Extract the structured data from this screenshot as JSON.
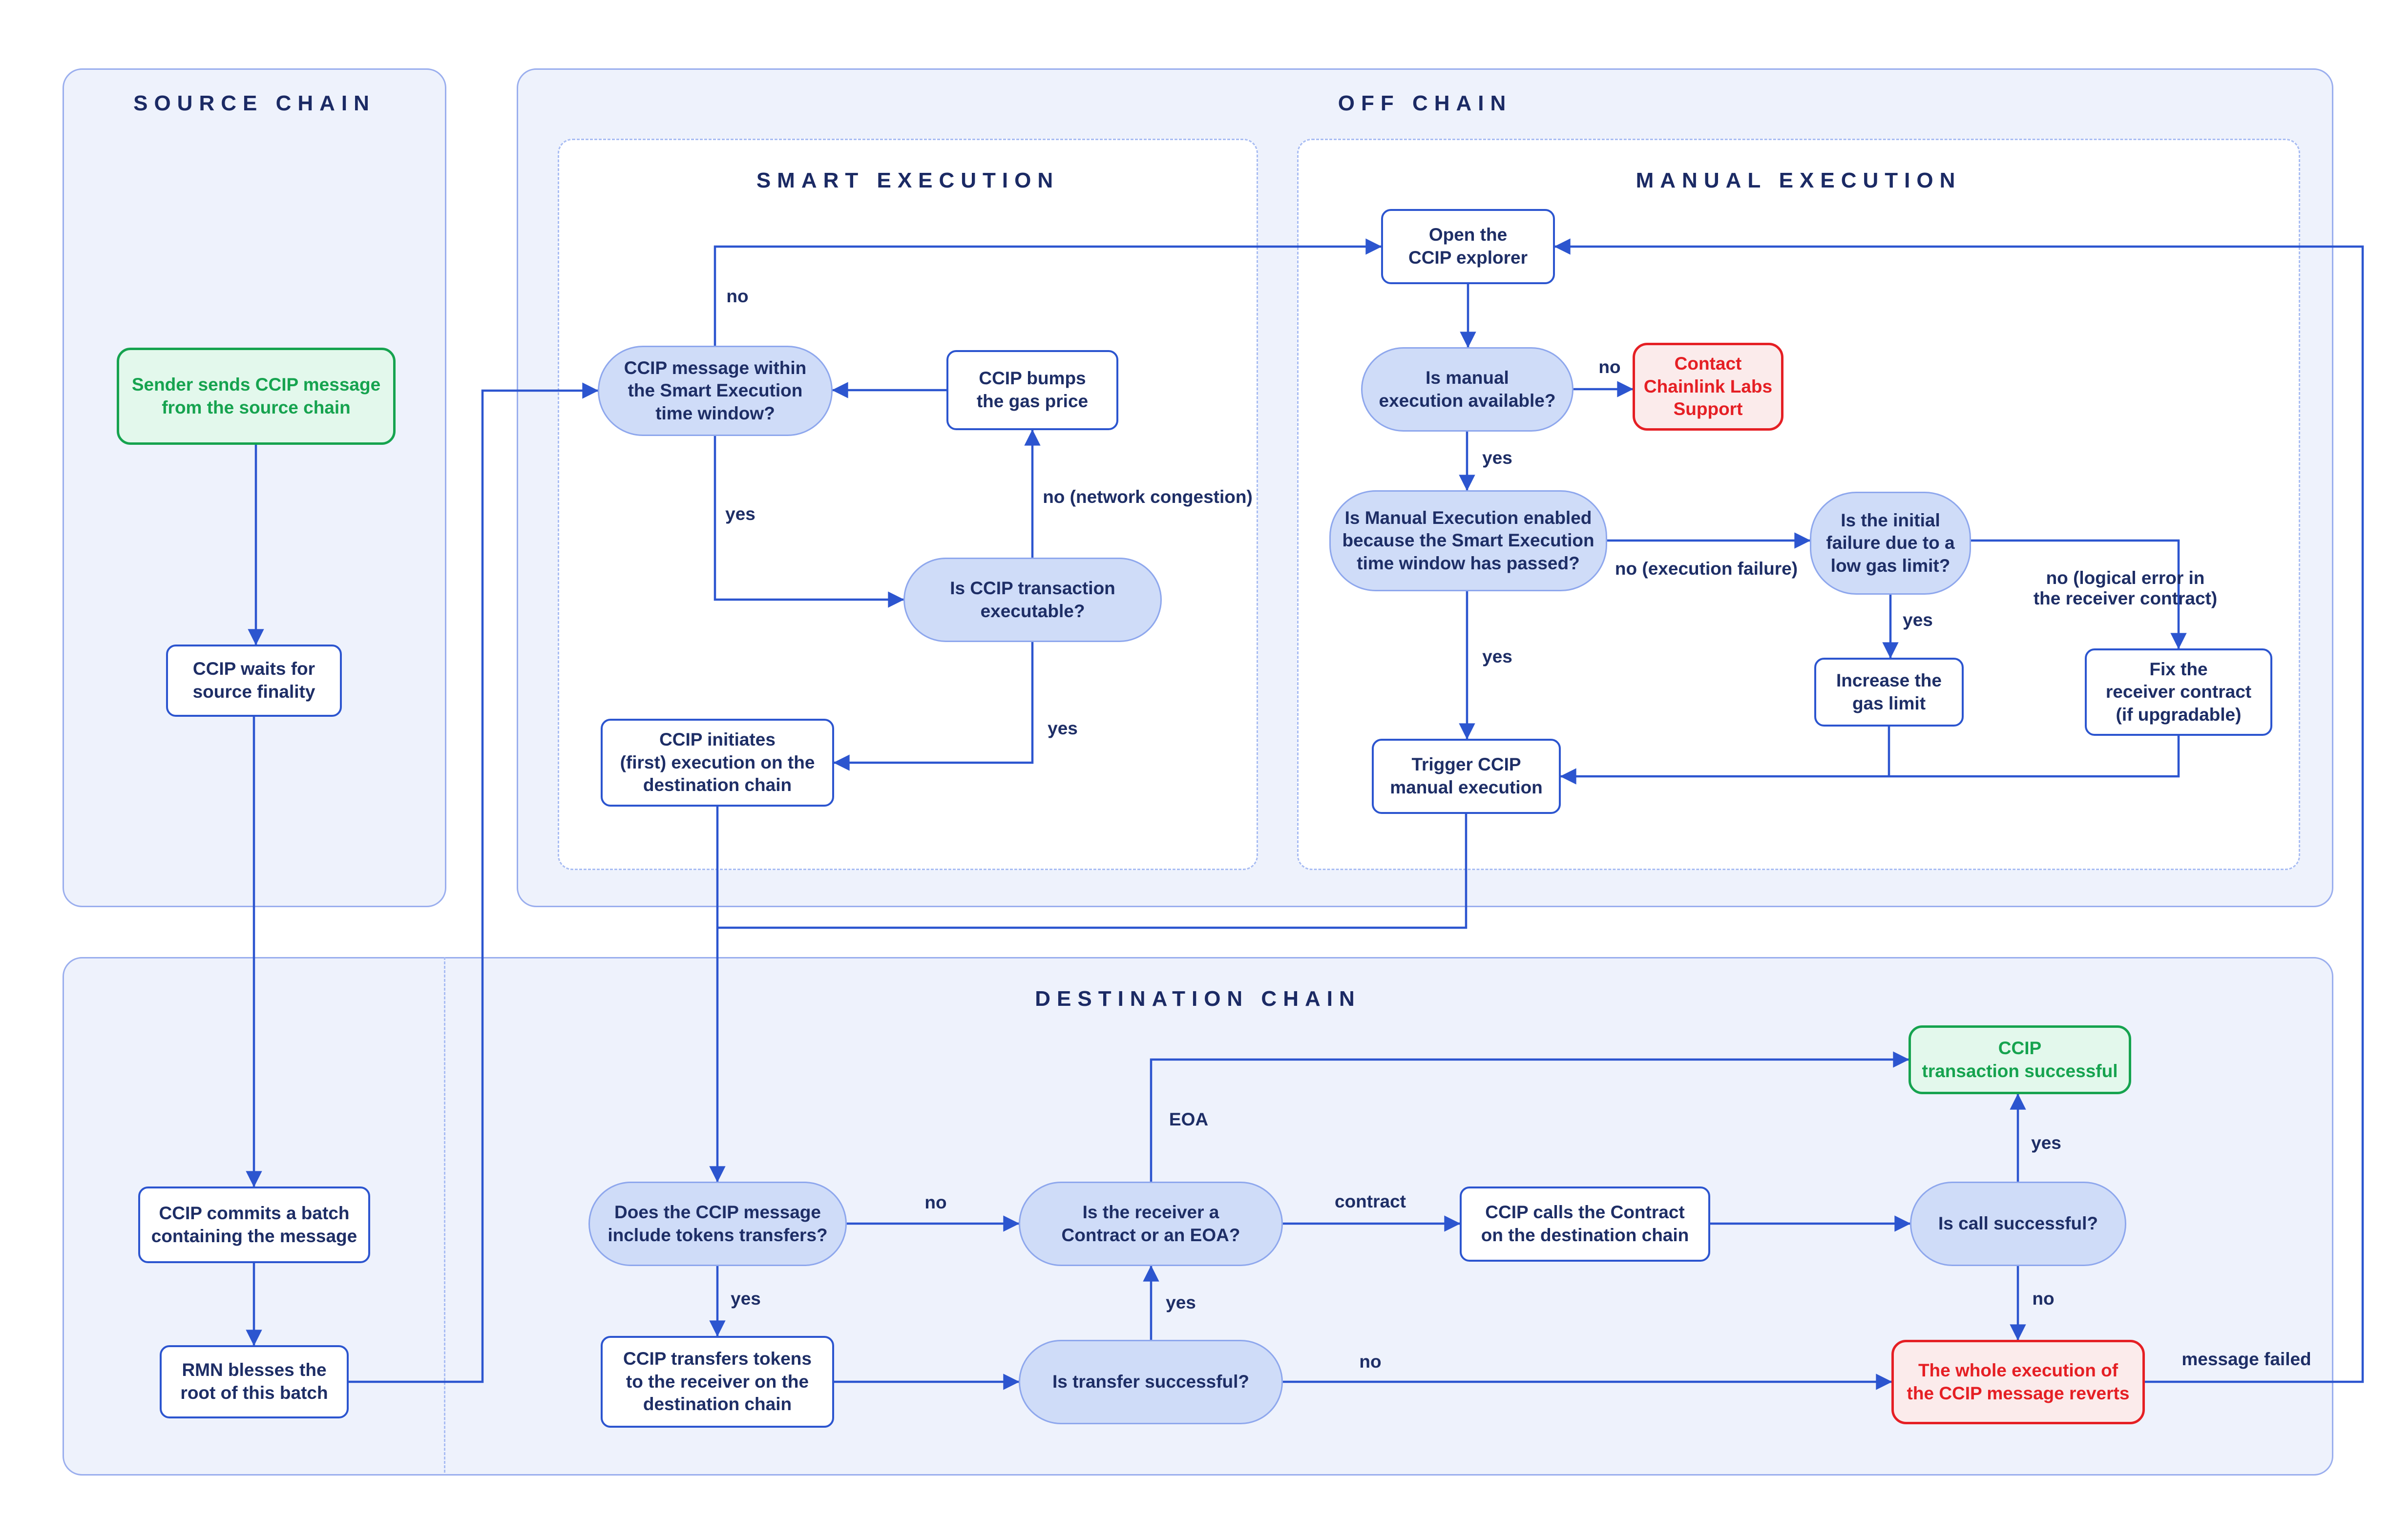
{
  "sections": {
    "source_chain": {
      "title": "SOURCE CHAIN"
    },
    "off_chain": {
      "title": "OFF CHAIN"
    },
    "smart_execution": {
      "title": "SMART EXECUTION"
    },
    "manual_execution": {
      "title": "MANUAL EXECUTION"
    },
    "destination_chain": {
      "title": "DESTINATION CHAIN"
    }
  },
  "nodes": {
    "sender_sends": {
      "text": "Sender sends CCIP message\nfrom the source chain"
    },
    "waits_finality": {
      "text": "CCIP waits for\nsource finality"
    },
    "commits_batch": {
      "text": "CCIP commits a batch\ncontaining the message"
    },
    "rmn_blesses": {
      "text": "RMN blesses the\nroot of this batch"
    },
    "msg_within_window": {
      "text": "CCIP message within\nthe Smart Execution\ntime window?"
    },
    "bumps_gas": {
      "text": "CCIP bumps\nthe gas price"
    },
    "tx_executable": {
      "text": "Is CCIP transaction\nexecutable?"
    },
    "initiates_execution": {
      "text": "CCIP initiates\n(first) execution on the\ndestination chain"
    },
    "open_explorer": {
      "text": "Open the\nCCIP explorer"
    },
    "manual_available": {
      "text": "Is manual\nexecution available?"
    },
    "contact_support": {
      "text": "Contact\nChainlink Labs\nSupport"
    },
    "manual_enabled": {
      "text": "Is Manual Execution enabled\nbecause the Smart Execution\ntime window has passed?"
    },
    "initial_failure": {
      "text": "Is the initial\nfailure due to a\nlow gas limit?"
    },
    "increase_gas": {
      "text": "Increase the\ngas limit"
    },
    "fix_receiver": {
      "text": "Fix the\nreceiver contract\n(if upgradable)"
    },
    "trigger_manual": {
      "text": "Trigger CCIP\nmanual execution"
    },
    "includes_tokens": {
      "text": "Does the CCIP message\ninclude tokens transfers?"
    },
    "receiver_type": {
      "text": "Is the receiver a\nContract or an EOA?"
    },
    "calls_contract": {
      "text": "CCIP calls the Contract\non the destination chain"
    },
    "call_successful": {
      "text": "Is call successful?"
    },
    "tx_successful": {
      "text": "CCIP\ntransaction successful"
    },
    "transfers_tokens": {
      "text": "CCIP transfers tokens\nto the receiver on the\ndestination chain"
    },
    "transfer_successful": {
      "text": "Is transfer successful?"
    },
    "whole_reverts": {
      "text": "The whole execution of\nthe CCIP message reverts"
    }
  },
  "edge_labels": {
    "smart_no": "no",
    "smart_yes": "yes",
    "network_congestion": "no (network congestion)",
    "executable_yes": "yes",
    "manual_no": "no",
    "manual_yes": "yes",
    "execution_failure": "no (execution failure)",
    "enabled_yes": "yes",
    "gas_yes": "yes",
    "logical_error": "no (logical error in\nthe receiver contract)",
    "tokens_no": "no",
    "tokens_yes": "yes",
    "transfer_yes": "yes",
    "eoa": "EOA",
    "contract_label": "contract",
    "call_yes": "yes",
    "call_no": "no",
    "transfer_no": "no",
    "message_failed": "message failed"
  },
  "colors": {
    "arrow": "#2c55cf",
    "container_fill": "#eef2fc",
    "container_border": "#9aaeee",
    "dashed_border": "#a9bdf3",
    "decision_fill": "#cfdcf8",
    "decision_border": "#8ea7ed",
    "process_border": "#2c55cf",
    "success_green": "#16a34f",
    "success_fill": "#e3f8ec",
    "error_red": "#e51f24",
    "error_fill": "#fbebeb",
    "text_navy": "#1e2e66"
  }
}
